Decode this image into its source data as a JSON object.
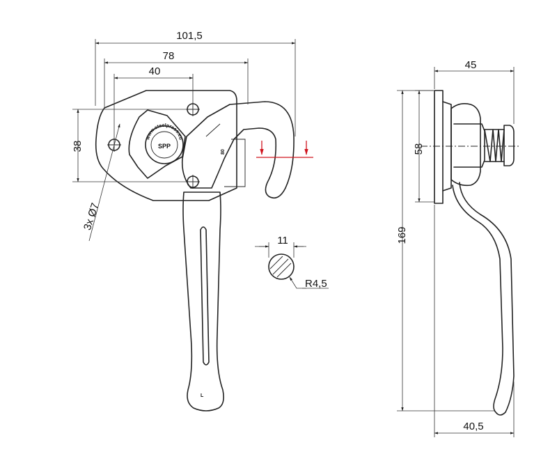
{
  "dimensions": {
    "width_overall": "101,5",
    "width_hook": "78",
    "hole_spacing": "40",
    "height_plate": "38",
    "holes": "3x Ø7",
    "rod_diameter": "11",
    "rod_radius": "R4,5",
    "side_depth": "45",
    "side_height_plate": "58",
    "side_total_height": "169",
    "side_handle_offset": "40,5"
  },
  "marks": {
    "logo_text": "SPP",
    "web_text": "www.steelpress.eu",
    "side_mark": "80",
    "handle_mark": "L"
  },
  "colors": {
    "line": "#222222",
    "accent": "#d0141e"
  }
}
